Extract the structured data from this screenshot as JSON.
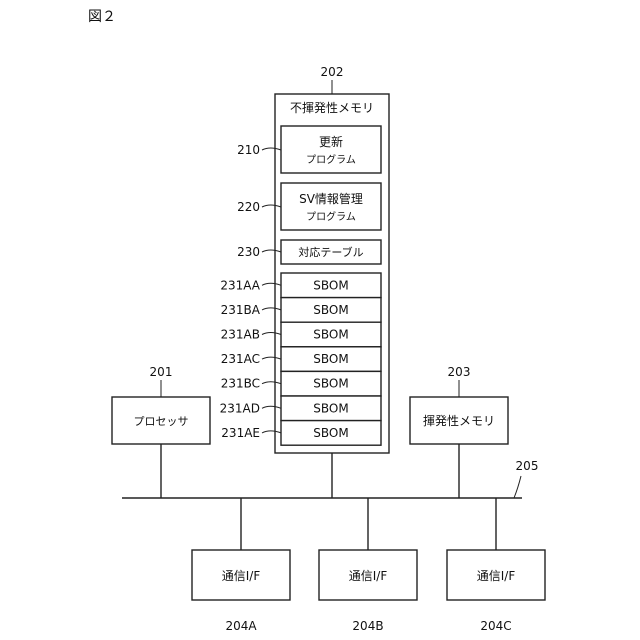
{
  "figure_label": "図２",
  "nonvolatile_memory": {
    "ref": "202",
    "title": "不揮発性メモリ",
    "update_program": {
      "ref": "210",
      "line1": "更新",
      "line2": "プログラム"
    },
    "sv_program": {
      "ref": "220",
      "line1": "SV情報管理",
      "line2": "プログラム"
    },
    "table": {
      "ref": "230",
      "label": "対応テーブル"
    },
    "sboms": [
      {
        "ref": "231AA",
        "label": "SBOM"
      },
      {
        "ref": "231BA",
        "label": "SBOM"
      },
      {
        "ref": "231AB",
        "label": "SBOM"
      },
      {
        "ref": "231AC",
        "label": "SBOM"
      },
      {
        "ref": "231BC",
        "label": "SBOM"
      },
      {
        "ref": "231AD",
        "label": "SBOM"
      },
      {
        "ref": "231AE",
        "label": "SBOM"
      }
    ]
  },
  "processor": {
    "ref": "201",
    "label": "プロセッサ"
  },
  "volatile_memory": {
    "ref": "203",
    "label": "揮発性メモリ"
  },
  "bus": {
    "ref": "205"
  },
  "comm_interfaces": [
    {
      "ref": "204A",
      "label": "通信I/F"
    },
    {
      "ref": "204B",
      "label": "通信I/F"
    },
    {
      "ref": "204C",
      "label": "通信I/F"
    }
  ]
}
